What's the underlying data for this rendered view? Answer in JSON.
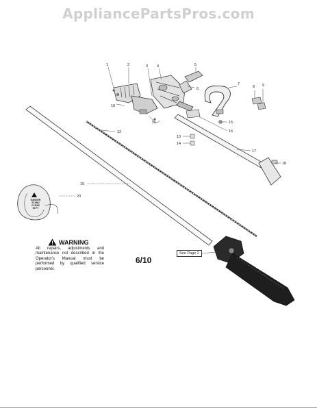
{
  "watermark": "AppliancePartsPros.com",
  "page_ref": "6/10",
  "see_page": "See Page 2",
  "warning": {
    "title": "WARNING",
    "text": "All repairs, adjustments and maintenance not described in the Operator's Manual must be performed by qualified service personnel."
  },
  "decal": {
    "lines": [
      "DANGER",
      "STAND",
      "CLEAR",
      "50 FT"
    ]
  },
  "callouts": {
    "c1": "1",
    "c2": "2",
    "c3": "3",
    "c4": "4",
    "c5": "5",
    "c6": "6",
    "c7": "7",
    "c8": "8",
    "c9": "9",
    "c10": "10",
    "c11": "11",
    "c12": "12",
    "c13": "13",
    "c14": "14",
    "c15": "15",
    "c16": "16",
    "c17": "17",
    "c18": "18",
    "c19": "19",
    "c20": "20"
  }
}
